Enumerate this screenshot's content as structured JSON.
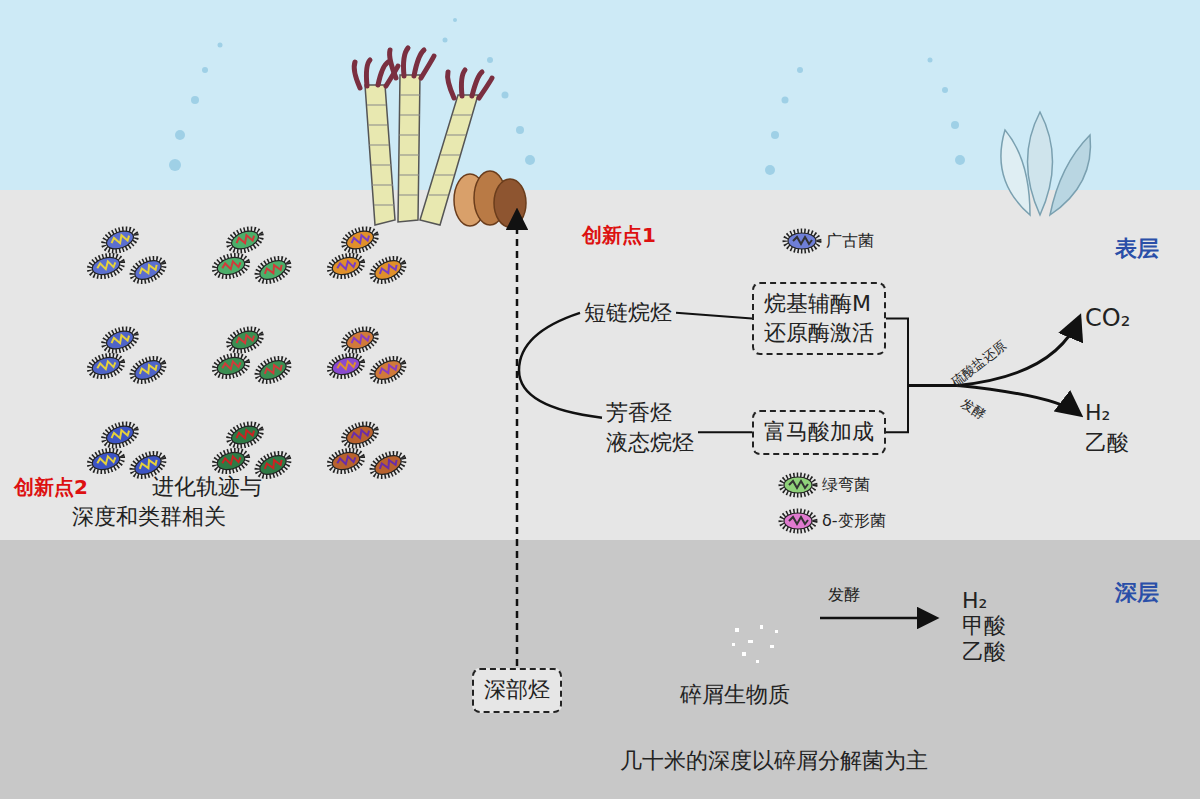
{
  "diagram": {
    "nodes": [
      {
        "text": [
          "烷基辅酶M 还原酶激活"
        ]
      },
      {
        "text": [
          "富马酸加成"
        ]
      },
      {
        "text": [
          "深部烃"
        ]
      }
    ],
    "labels": [
      "创新点1",
      "短链烷烃",
      "芳香烃 液态烷烃",
      "硫酸盐还原",
      "发酵",
      "CO₂",
      "H₂ 乙酸",
      "表层",
      "创新点2",
      "进化轨迹与 深度和类群相关",
      "深层",
      "碎屑生物质",
      "发酵",
      "H₂ 甲酸 乙酸",
      "几十米的深度以碎屑分解菌为主"
    ],
    "legend": [
      {
        "text": "广古菌",
        "color": "#6f7fd6"
      },
      {
        "text": "绿弯菌",
        "color": "#8fd17a"
      },
      {
        "text": "δ-变形菌",
        "color": "#e07ad0"
      }
    ]
  }
}
